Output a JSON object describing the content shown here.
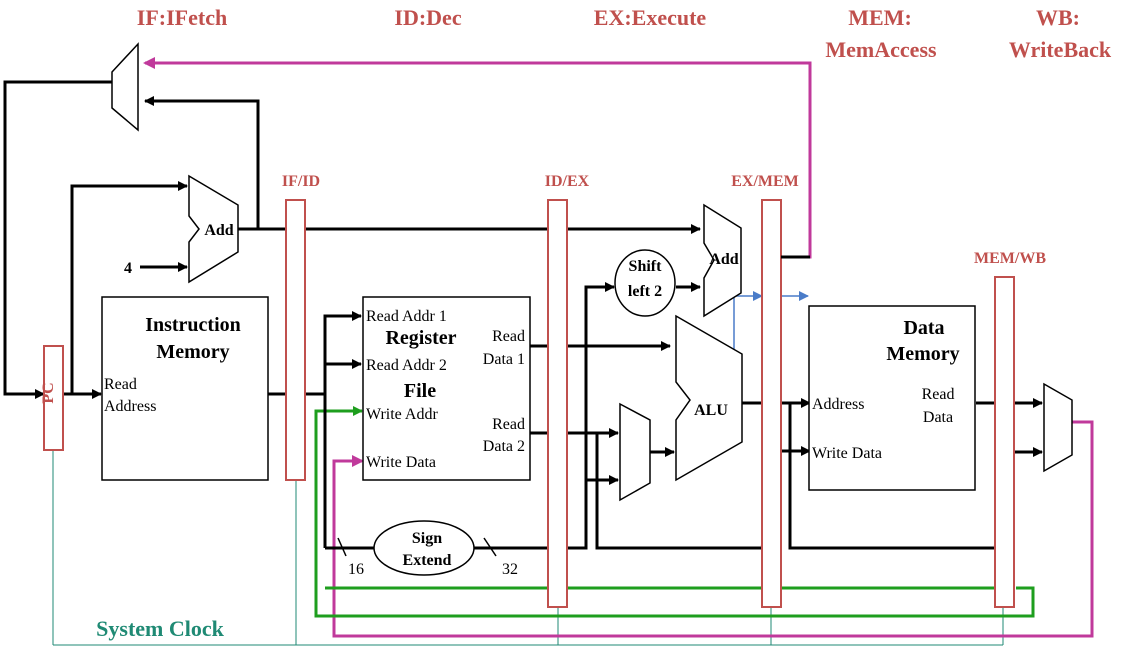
{
  "stages": {
    "if": "IF:IFetch",
    "id": "ID:Dec",
    "ex": "EX:Execute",
    "mem_line1": "MEM:",
    "mem_line2": "MemAccess",
    "wb_line1": "WB:",
    "wb_line2": "WriteBack"
  },
  "pipeline_registers": {
    "if_id": "IF/ID",
    "id_ex": "ID/EX",
    "ex_mem": "EX/MEM",
    "mem_wb": "MEM/WB"
  },
  "blocks": {
    "pc": "PC",
    "add1": "Add",
    "add2": "Add",
    "alu": "ALU",
    "const4": "4",
    "instr_mem_line1": "Instruction",
    "instr_mem_line2": "Memory",
    "instr_mem_read": "Read",
    "instr_mem_address": "Address",
    "reg_file_line1": "Register",
    "reg_file_line2": "File",
    "read_addr1": "Read Addr 1",
    "read_addr2": "Read Addr 2",
    "write_addr": "Write Addr",
    "write_data": "Write Data",
    "read_data1_line1": "Read",
    "read_data1_line2": "Data 1",
    "read_data2_line1": "Read",
    "read_data2_line2": "Data 2",
    "shift_line1": "Shift",
    "shift_line2": "left 2",
    "sign_line1": "Sign",
    "sign_line2": "Extend",
    "bits16": "16",
    "bits32": "32",
    "data_mem_line1": "Data",
    "data_mem_line2": "Memory",
    "dm_address": "Address",
    "dm_read_line1": "Read",
    "dm_read_line2": "Data",
    "dm_write_data": "Write Data"
  },
  "clock_label": "System Clock",
  "colors": {
    "stage_label": "#c0504d",
    "pipeline_register": "#c0504d",
    "magenta_wire": "#c0399b",
    "green_wire": "#1e9e1e",
    "clock_wire": "#1f8a74",
    "blue_wire": "#4a7cc9"
  }
}
